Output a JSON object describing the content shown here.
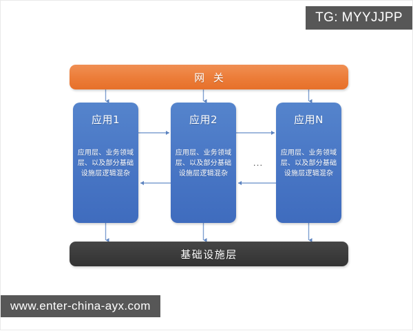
{
  "watermarks": {
    "tg_badge": "TG: MYYJJPP",
    "url_badge": "www.enter-china-ayx.com"
  },
  "diagram": {
    "gateway": {
      "label": "网 关",
      "color": "#ec7c38"
    },
    "infrastructure": {
      "label": "基础设施层",
      "color": "#3b3b3b"
    },
    "applications": [
      {
        "title": "应用1",
        "body": "应用层、业务领域层、以及部分基础设施层逻辑混杂",
        "color": "#4a78c6"
      },
      {
        "title": "应用2",
        "body": "应用层、业务领域层、以及部分基础设施层逻辑混杂",
        "color": "#4a78c6"
      },
      {
        "title": "应用N",
        "body": "应用层、业务领域层、以及部分基础设施层逻辑混杂",
        "color": "#4a78c6"
      }
    ],
    "ellipsis": "...",
    "connector_color": "#7e9fd1"
  }
}
